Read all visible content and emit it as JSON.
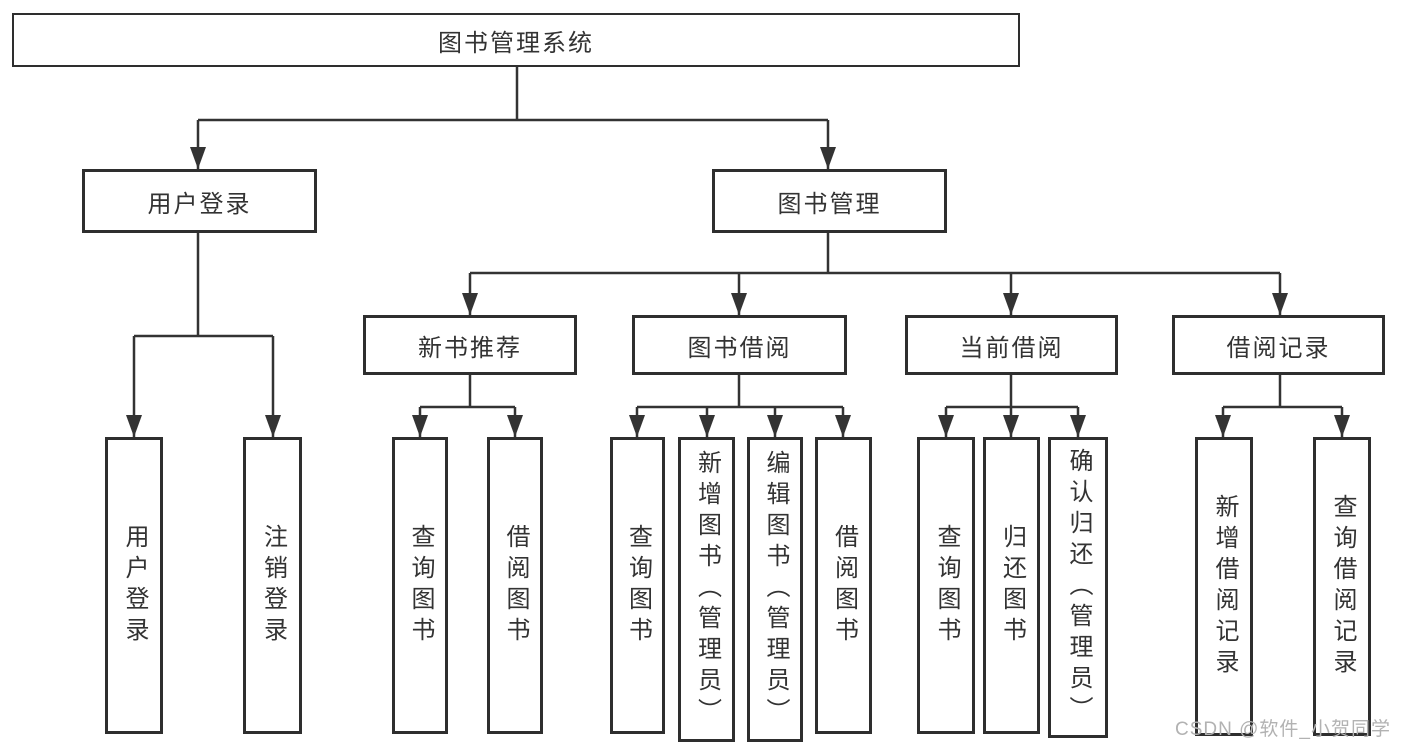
{
  "tree": {
    "root": {
      "label": "图书管理系统",
      "children": [
        {
          "label": "用户登录",
          "children": [
            {
              "label": "用户登录"
            },
            {
              "label": "注销登录"
            }
          ]
        },
        {
          "label": "图书管理",
          "children": [
            {
              "label": "新书推荐",
              "children": [
                {
                  "label": "查询图书"
                },
                {
                  "label": "借阅图书"
                }
              ]
            },
            {
              "label": "图书借阅",
              "children": [
                {
                  "label": "查询图书"
                },
                {
                  "label": "新增图书（管理员）"
                },
                {
                  "label": "编辑图书（管理员）"
                },
                {
                  "label": "借阅图书"
                }
              ]
            },
            {
              "label": "当前借阅",
              "children": [
                {
                  "label": "查询图书"
                },
                {
                  "label": "归还图书"
                },
                {
                  "label": "确认归还（管理员）"
                }
              ]
            },
            {
              "label": "借阅记录",
              "children": [
                {
                  "label": "新增借阅记录"
                },
                {
                  "label": "查询借阅记录"
                }
              ]
            }
          ]
        }
      ]
    }
  },
  "watermark": {
    "text": "CSDN @软件_小贺同学"
  },
  "colors": {
    "line": "#333333",
    "border": "#2e2e2e",
    "box_bg": "#ffffff",
    "watermark": "#b2b2b2"
  }
}
